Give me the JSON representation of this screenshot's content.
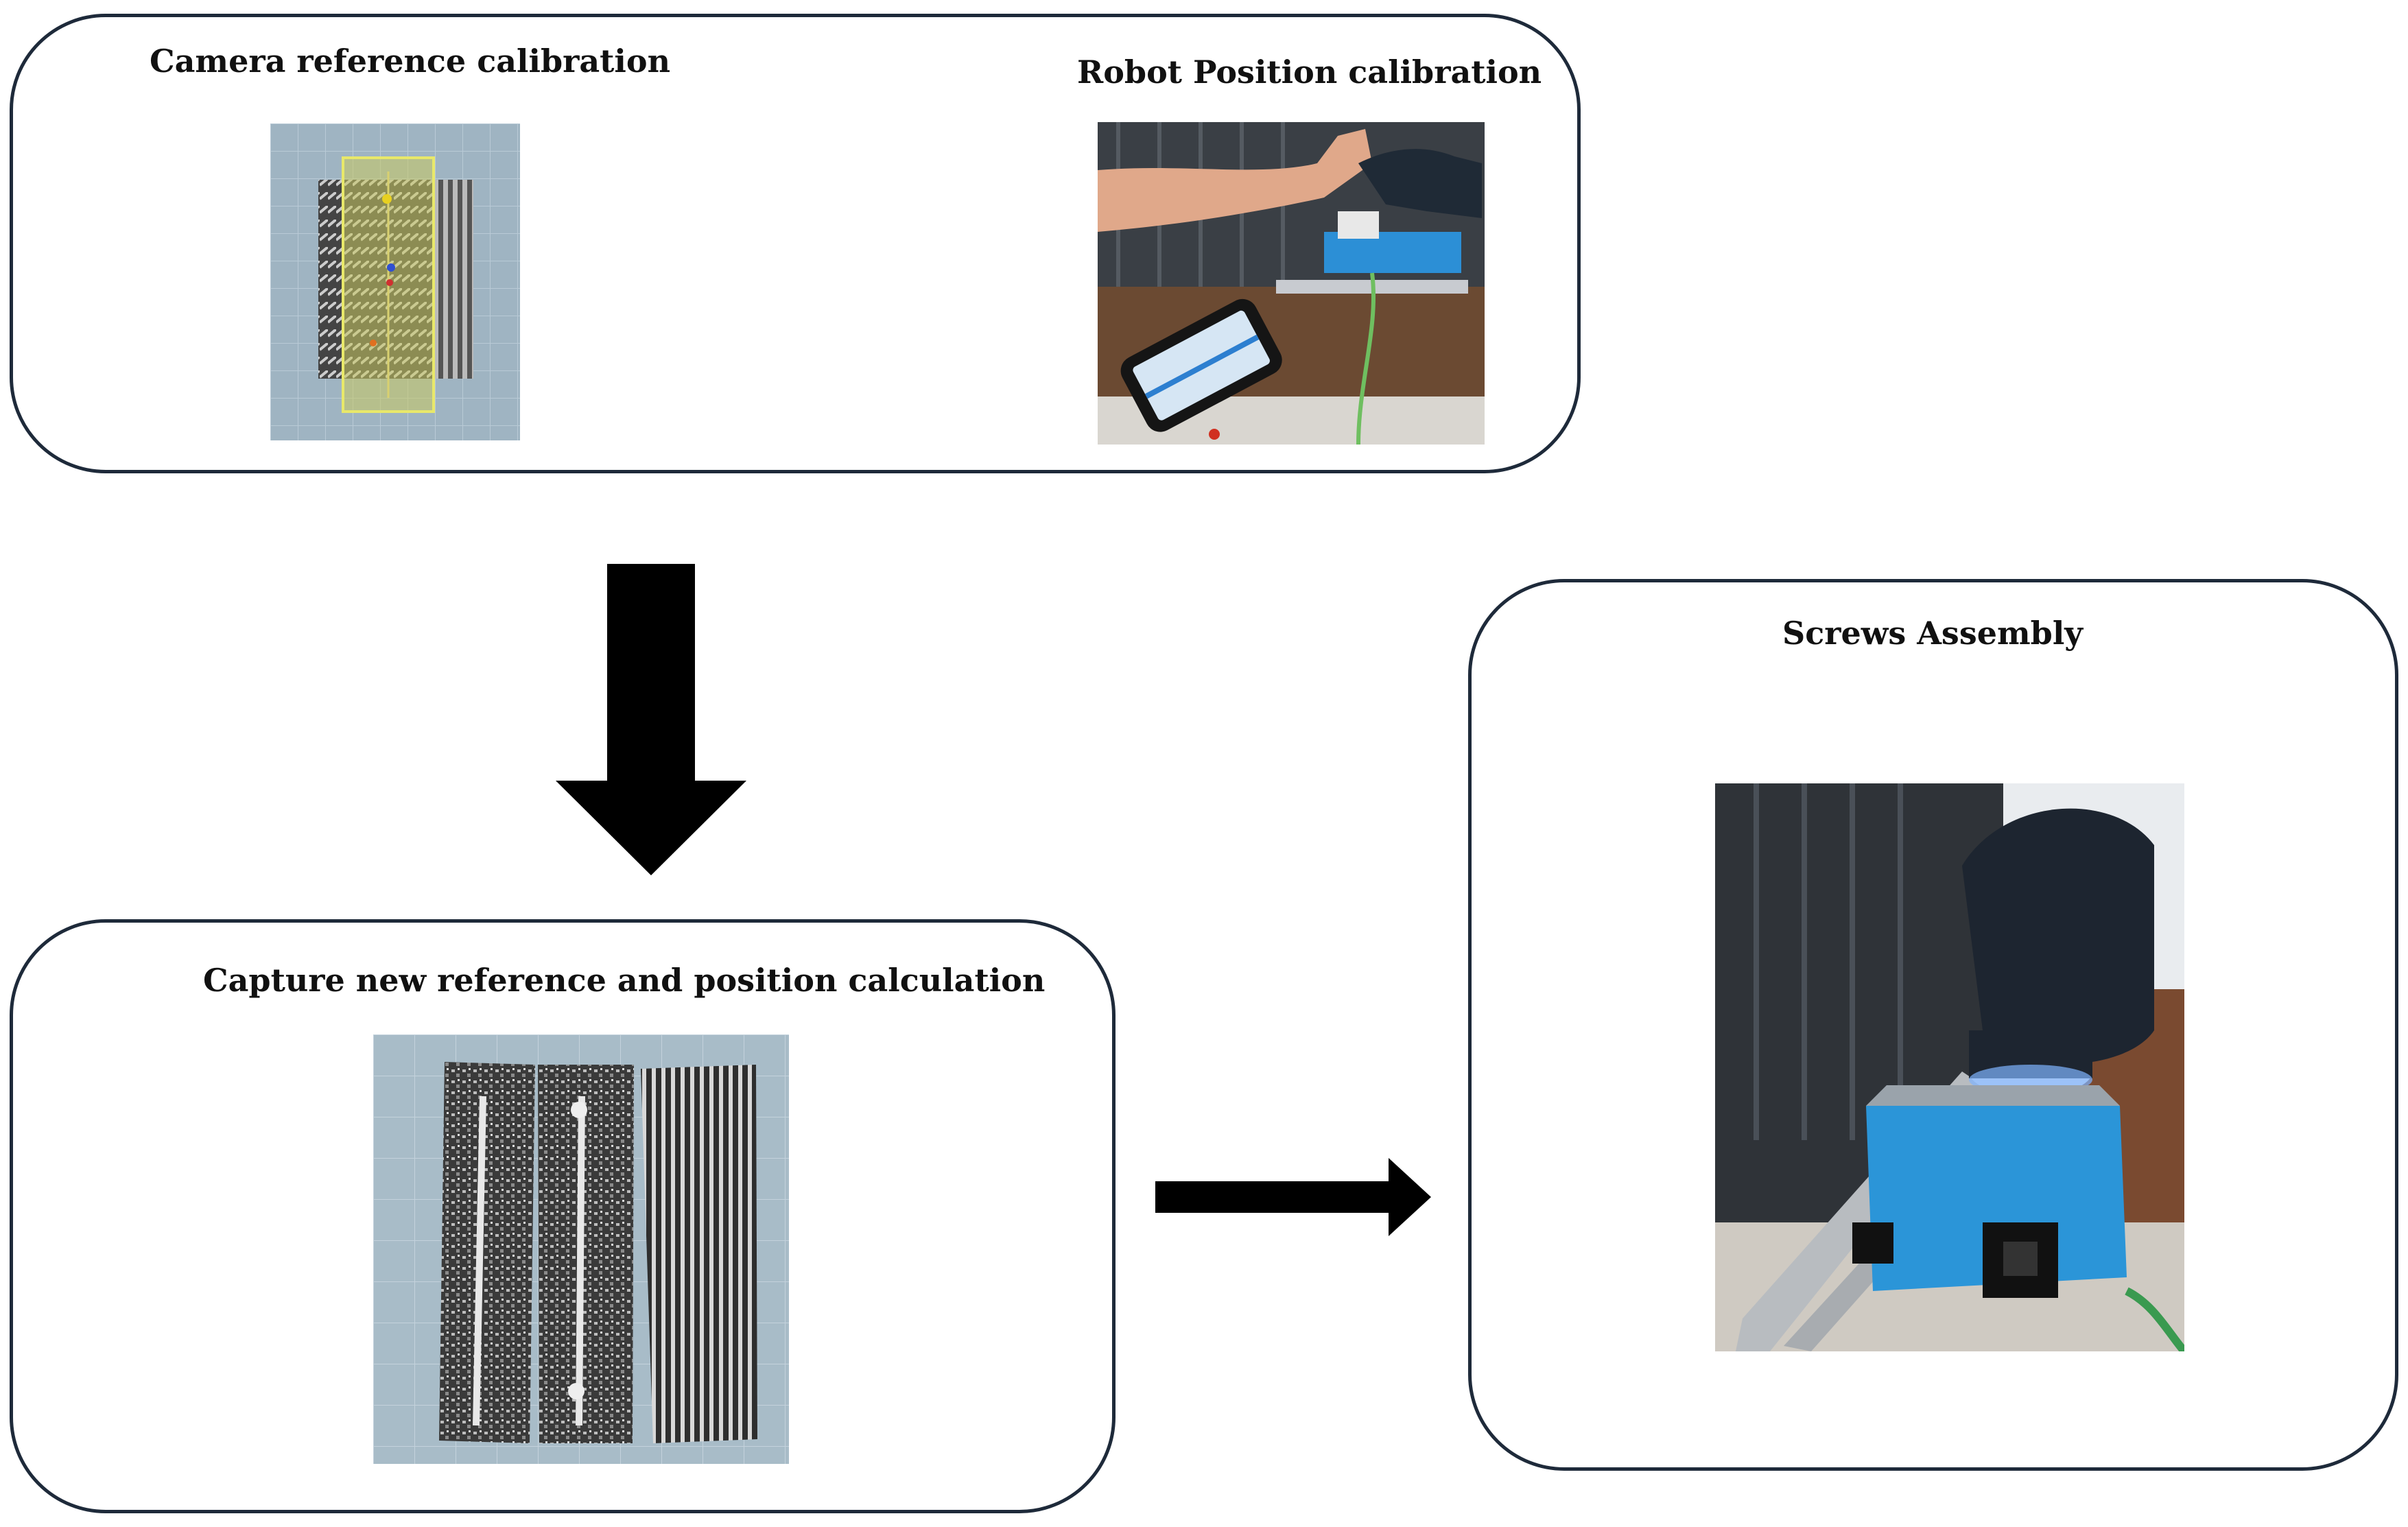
{
  "panels": {
    "calibration": {
      "camera_title": "Camera reference calibration",
      "robot_title": "Robot Position calibration"
    },
    "capture": {
      "title": "Capture new reference and position calculation"
    },
    "assembly": {
      "title": "Screws Assembly"
    }
  }
}
